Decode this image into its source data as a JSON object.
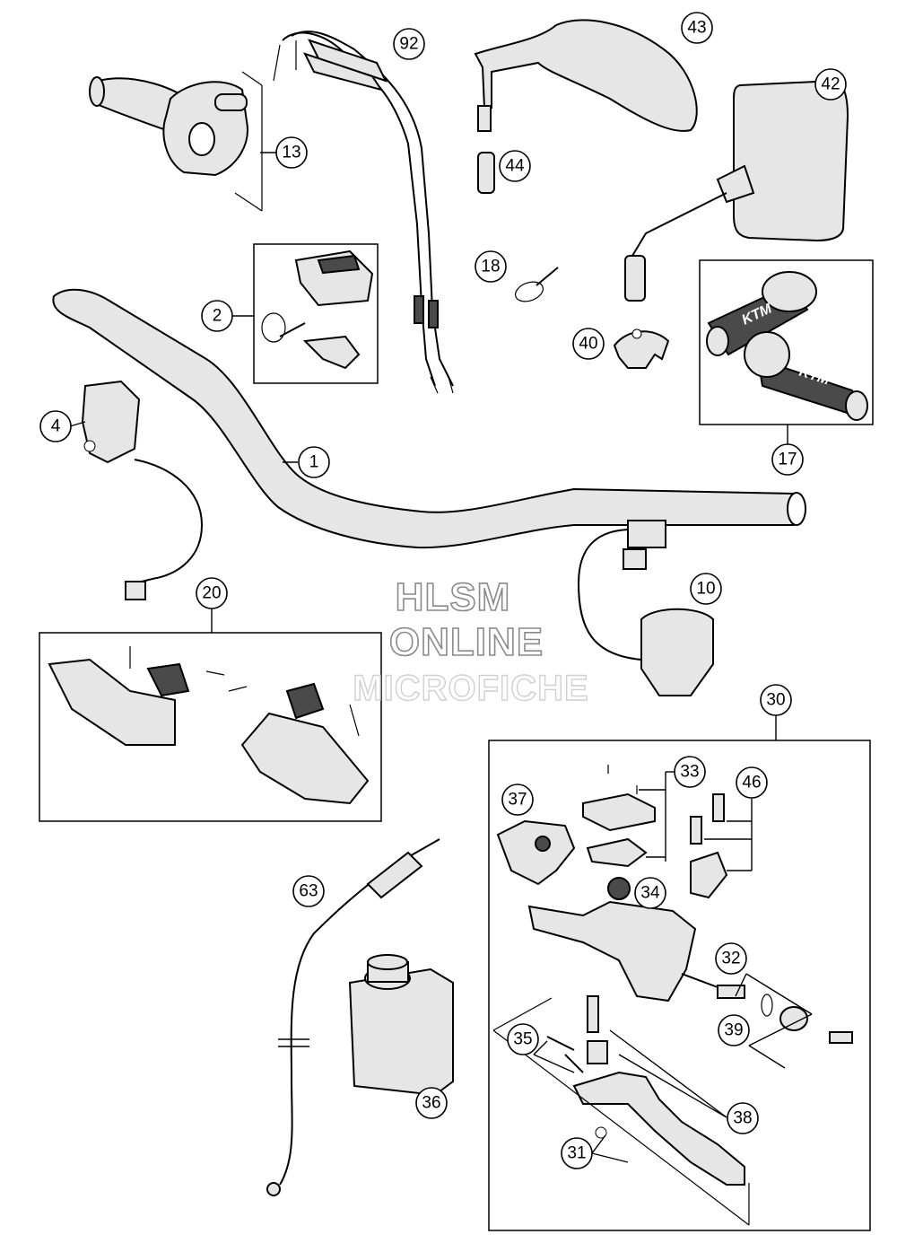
{
  "watermark": {
    "line1": "HLSM",
    "line2": "ONLINE",
    "line3": "MICROFICHE"
  },
  "callouts": [
    {
      "id": "1",
      "label": "1"
    },
    {
      "id": "2",
      "label": "2"
    },
    {
      "id": "4",
      "label": "4"
    },
    {
      "id": "10",
      "label": "10"
    },
    {
      "id": "13",
      "label": "13"
    },
    {
      "id": "17",
      "label": "17"
    },
    {
      "id": "18",
      "label": "18"
    },
    {
      "id": "20",
      "label": "20"
    },
    {
      "id": "30",
      "label": "30"
    },
    {
      "id": "31",
      "label": "31"
    },
    {
      "id": "32",
      "label": "32"
    },
    {
      "id": "33",
      "label": "33"
    },
    {
      "id": "34",
      "label": "34"
    },
    {
      "id": "35",
      "label": "35"
    },
    {
      "id": "36",
      "label": "36"
    },
    {
      "id": "37",
      "label": "37"
    },
    {
      "id": "38",
      "label": "38"
    },
    {
      "id": "39",
      "label": "39"
    },
    {
      "id": "40",
      "label": "40"
    },
    {
      "id": "42",
      "label": "42"
    },
    {
      "id": "43",
      "label": "43"
    },
    {
      "id": "44",
      "label": "44"
    },
    {
      "id": "46",
      "label": "46"
    },
    {
      "id": "63",
      "label": "63"
    },
    {
      "id": "92",
      "label": "92"
    }
  ],
  "grip_logo": "KTM"
}
